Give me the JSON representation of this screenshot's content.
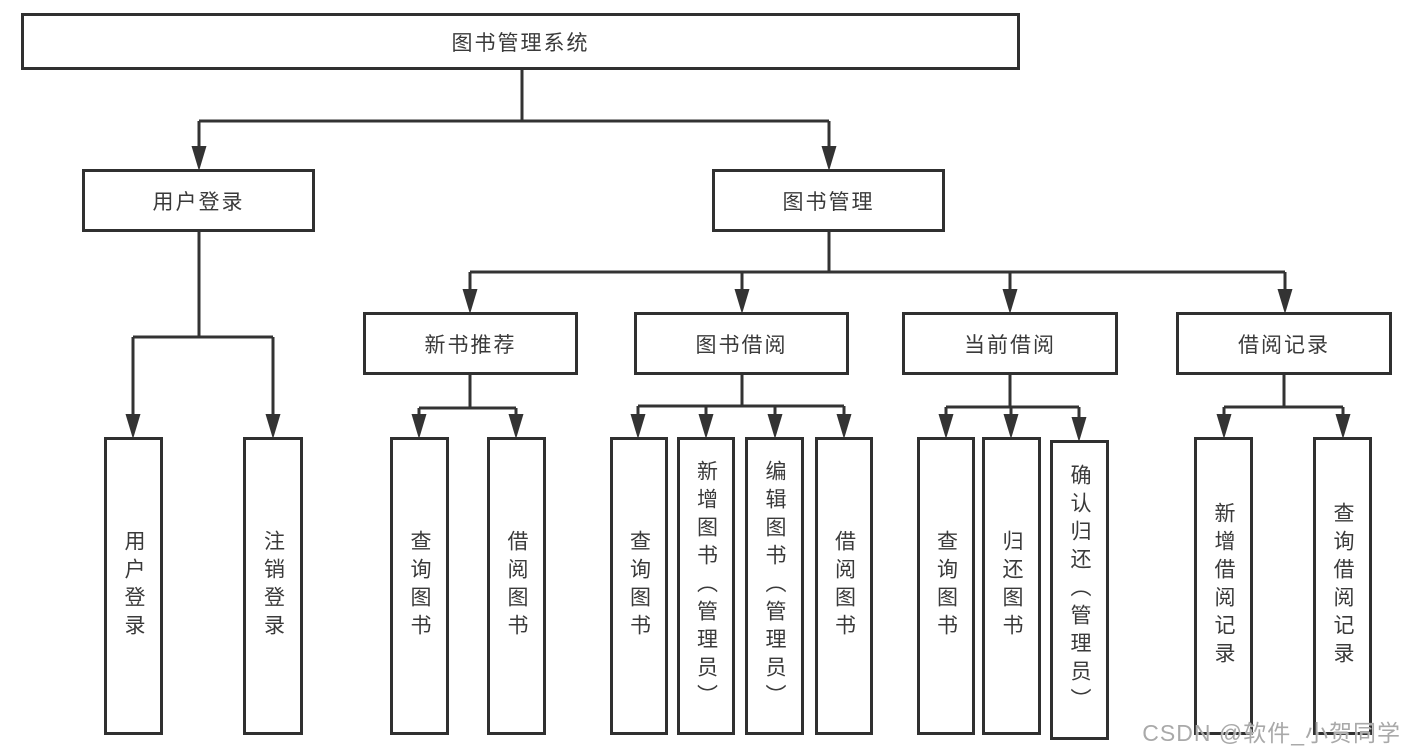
{
  "diagram": {
    "type": "tree-structure-diagram",
    "title": "图书管理系统",
    "watermark": "CSDN @软件_小贺同学",
    "colors": {
      "background": "#ffffff",
      "line": "#333333",
      "box_border": "#303030",
      "text": "#3a3a3a",
      "watermark": "#a9a9a9"
    },
    "nodes": {
      "root": {
        "label": "图书管理系统"
      },
      "user_login": {
        "label": "用户登录"
      },
      "book_mgmt": {
        "label": "图书管理"
      },
      "new_book_rec": {
        "label": "新书推荐"
      },
      "book_borrow": {
        "label": "图书借阅"
      },
      "current_borrow": {
        "label": "当前借阅"
      },
      "borrow_records": {
        "label": "借阅记录"
      },
      "leaf_user_login": {
        "label": "用户登录"
      },
      "leaf_logout": {
        "label": "注销登录"
      },
      "leaf_rec_query_book": {
        "label": "查询图书"
      },
      "leaf_rec_borrow_book": {
        "label": "借阅图书"
      },
      "leaf_bb_query_book": {
        "label": "查询图书"
      },
      "leaf_bb_add_book": {
        "label": "新增图书（管理员）"
      },
      "leaf_bb_edit_book": {
        "label": "编辑图书（管理员）"
      },
      "leaf_bb_borrow_book": {
        "label": "借阅图书"
      },
      "leaf_cb_query_book": {
        "label": "查询图书"
      },
      "leaf_cb_return_book": {
        "label": "归还图书"
      },
      "leaf_cb_confirm_return": {
        "label": "确认归还（管理员）"
      },
      "leaf_br_add_record": {
        "label": "新增借阅记录"
      },
      "leaf_br_query_record": {
        "label": "查询借阅记录"
      }
    },
    "hierarchy": {
      "图书管理系统": [
        "用户登录",
        "图书管理"
      ],
      "用户登录": [
        "用户登录",
        "注销登录"
      ],
      "图书管理": [
        "新书推荐",
        "图书借阅",
        "当前借阅",
        "借阅记录"
      ],
      "新书推荐": [
        "查询图书",
        "借阅图书"
      ],
      "图书借阅": [
        "查询图书",
        "新增图书（管理员）",
        "编辑图书（管理员）",
        "借阅图书"
      ],
      "当前借阅": [
        "查询图书",
        "归还图书",
        "确认归还（管理员）"
      ],
      "借阅记录": [
        "新增借阅记录",
        "查询借阅记录"
      ]
    }
  }
}
